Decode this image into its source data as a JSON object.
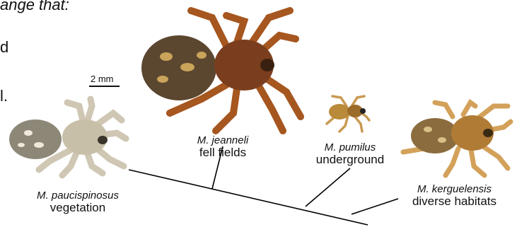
{
  "fragments": {
    "top_italic": "ange that:",
    "line_d": "d",
    "line_l": "l."
  },
  "scale_bar": {
    "label": "2 mm"
  },
  "species": [
    {
      "name": "M. paucispinosus",
      "habitat": "vegetation",
      "body_color": "#8d8778",
      "leg_color": "#cfc7b3"
    },
    {
      "name": "M. jeanneli",
      "habitat": "fell fields",
      "body_color": "#5b4630",
      "leg_color": "#a6561f"
    },
    {
      "name": "M. pumilus",
      "habitat": "underground",
      "body_color": "#b88a3a",
      "leg_color": "#c89a52"
    },
    {
      "name": "M. kerguelensis",
      "habitat": "diverse habitats",
      "body_color": "#8a6c3e",
      "leg_color": "#d3a15a"
    }
  ],
  "tree_color": "#000000"
}
